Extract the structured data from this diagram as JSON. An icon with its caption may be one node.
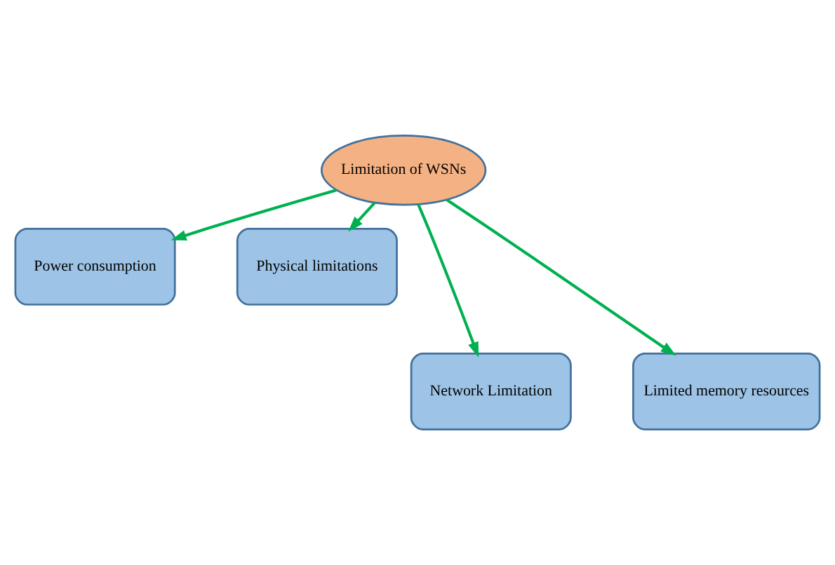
{
  "diagram": {
    "nodes": [
      {
        "text": [
          "Limitation of WSNs"
        ]
      },
      {
        "text": [
          "Power consumption"
        ]
      },
      {
        "text": [
          "Physical limitations"
        ]
      },
      {
        "text": [
          "Network Limitation"
        ]
      },
      {
        "text": [
          "Limited memory resources"
        ]
      }
    ],
    "edges": [
      {
        "from": 0,
        "to": 1,
        "arrow": "to"
      },
      {
        "from": 0,
        "to": 2,
        "arrow": "to"
      },
      {
        "from": 0,
        "to": 3,
        "arrow": "to"
      },
      {
        "from": 0,
        "to": 4,
        "arrow": "to"
      }
    ]
  }
}
